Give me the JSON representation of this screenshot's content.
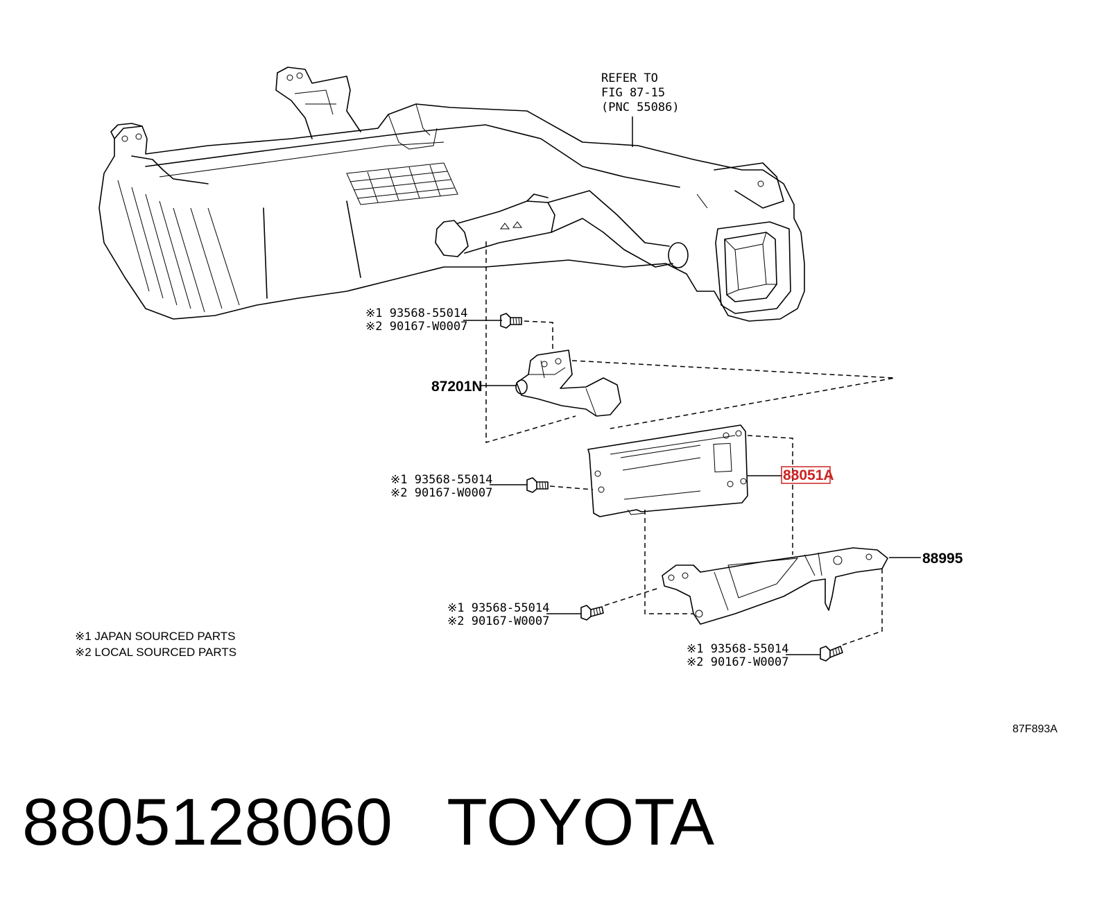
{
  "diagram": {
    "refer": {
      "line1": "REFER TO",
      "line2": "FIG 87-15",
      "line3": "(PNC 55086)"
    },
    "callouts": {
      "bolt1_line1": "※1 93568-55014",
      "bolt1_line2": "※2 90167-W0007",
      "bolt2_line1": "※1 93568-55014",
      "bolt2_line2": "※2 90167-W0007",
      "bolt3_line1": "※1 93568-55014",
      "bolt3_line2": "※2 90167-W0007",
      "bolt4_line1": "※1 93568-55014",
      "bolt4_line2": "※2 90167-W0007",
      "hose": "87201N",
      "bracket_plate": "88051A",
      "bracket_lower": "88995"
    },
    "legend": {
      "note1": "※1 JAPAN SOURCED PARTS",
      "note2": "※2 LOCAL SOURCED PARTS"
    },
    "figure_code": "87F893A",
    "highlight_color": "#cc2222"
  },
  "caption": {
    "part_number": "8805128060",
    "brand": "TOYOTA"
  }
}
